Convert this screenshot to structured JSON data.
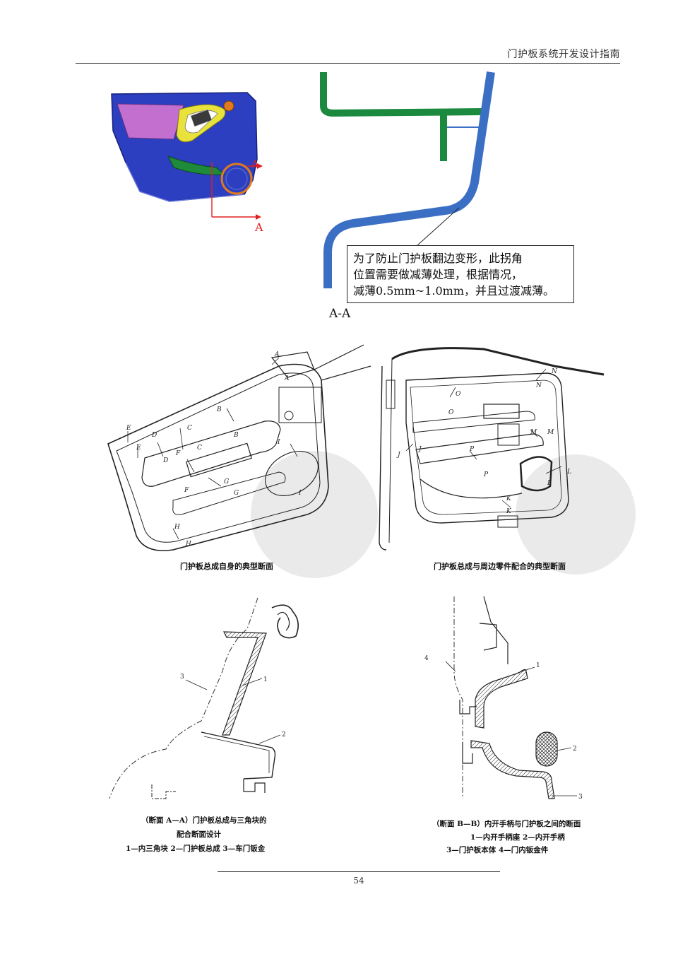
{
  "header": {
    "title": "门护板系统开发设计指南"
  },
  "figure_top": {
    "marker_upper": "A",
    "marker_lower": "A",
    "section_label": "A-A",
    "note_lines": [
      "为了防止门护板翻边变形，此拐角",
      "位置需要做减薄处理，根据情况，",
      "减薄0.5mm~1.0mm，并且过渡减薄。"
    ]
  },
  "figure_middle": {
    "left_caption": "门护板总成自身的典型断面",
    "right_caption": "门护板总成与周边零件配合的典型断面",
    "left_callouts": [
      "A",
      "A",
      "B",
      "B",
      "C",
      "C",
      "D",
      "D",
      "E",
      "E",
      "F",
      "F",
      "G",
      "G",
      "H",
      "H",
      "I",
      "I"
    ],
    "right_callouts": [
      "N",
      "N",
      "O",
      "O",
      "J",
      "J",
      "P",
      "P",
      "M",
      "M",
      "L",
      "L",
      "K",
      "K"
    ]
  },
  "figure_bottom": {
    "left_numbers": [
      "1",
      "2",
      "3"
    ],
    "left_caption_line1": "（断面 A—A）门护板总成与三角块的",
    "left_caption_line2": "配合断面设计",
    "left_caption_line3": "1—内三角块   2—门护板总成   3—车门钣金",
    "right_numbers": [
      "1",
      "2",
      "3",
      "4"
    ],
    "right_caption_line1": "（断面 B—B）内开手柄与门护板之间的断面",
    "right_caption_line2": "1—内开手柄座   2—内开手柄",
    "right_caption_line3": "3—门护板本体   4—门内钣金件"
  },
  "footer": {
    "page_number": "54"
  },
  "colors": {
    "door_blue": "#2b3fc0",
    "pocket_magenta": "#c36fd0",
    "handle_yellow": "#e8e23a",
    "armrest_green": "#1e8a3a",
    "speaker_orange": "#e07a1e",
    "section_blue": "#3b6fc4",
    "section_green": "#1b8a3e",
    "marker_red": "#e02020"
  }
}
